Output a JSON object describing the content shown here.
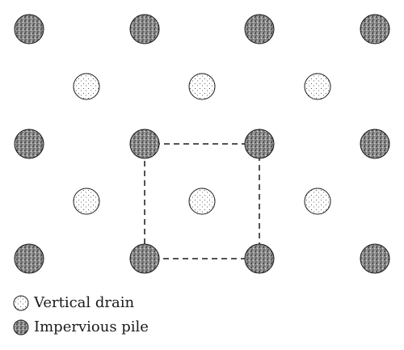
{
  "legend": {
    "drain_label": "Vertical drain",
    "pile_label": "Impervious pile"
  },
  "colors": {
    "pile_fill": "#7a7a7a",
    "pile_stroke": "#1a1a1a",
    "drain_fill": "#ffffff",
    "drain_stroke": "#1a1a1a",
    "dash_line": "#1a1a1a"
  },
  "pattern": {
    "piles": "4x3 square grid",
    "drains": "3x2 grid offset to pile-square centers",
    "unit_cell": "dashed square around one drain, corners at four piles"
  }
}
